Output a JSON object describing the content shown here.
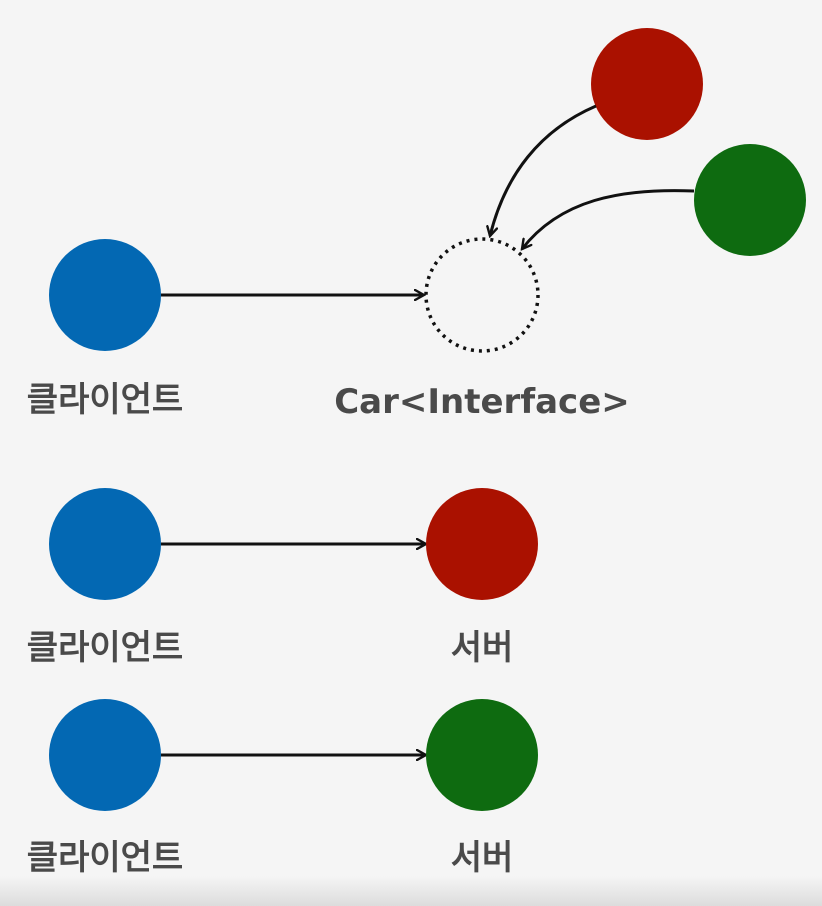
{
  "colors": {
    "client": "#0368b3",
    "server_red": "#aa1100",
    "server_green": "#0e6b10",
    "arrow": "#111111",
    "label": "#4a4a4a"
  },
  "top_diagram": {
    "client_label": "클라이언트",
    "interface_label": "Car<Interface>"
  },
  "middle_diagram": {
    "client_label": "클라이언트",
    "server_label": "서버"
  },
  "bottom_diagram": {
    "client_label": "클라이언트",
    "server_label": "서버"
  }
}
